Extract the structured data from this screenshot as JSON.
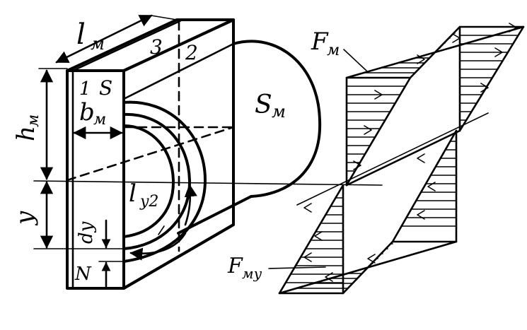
{
  "labels": {
    "l_m": "l",
    "l_m_sub": "м",
    "h_m": "h",
    "h_m_sub": "м",
    "b_m": "b",
    "b_m_sub": "м",
    "y": "y",
    "dy": "dy",
    "n": "N",
    "one": "1",
    "s": "S",
    "three": "3",
    "two": "2",
    "s_m": "S",
    "s_m_sub": "м",
    "l_y2": "l",
    "l_y2_sub": "y2",
    "f_m": "F",
    "f_m_sub": "м",
    "f_my": "F",
    "f_my_sub": "мy"
  },
  "colors": {
    "ink": "#000000",
    "paper": "#ffffff"
  }
}
